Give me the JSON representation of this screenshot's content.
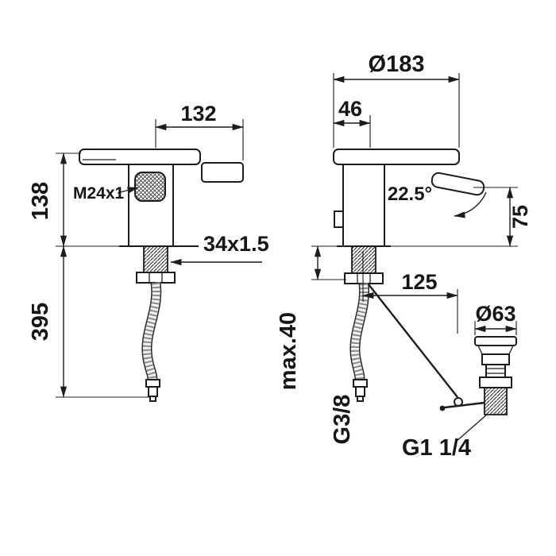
{
  "page": {
    "background": "#ffffff",
    "line_color": "#1c1c1c"
  },
  "side_view": {
    "dim_spout_projection": "132",
    "dim_height_above_deck": "138",
    "dim_hose_length": "395",
    "aerator_thread": "M24x1",
    "shank_thread": "34x1.5"
  },
  "front_view": {
    "dim_plate_diameter": "Ø183",
    "dim_spout_offset": "46",
    "handle_angle": "22.5°",
    "dim_handle_height": "75",
    "dim_drain_offset": "125",
    "dim_max_deck_thickness": "max.40",
    "dim_waste_flange_diameter": "Ø63",
    "supply_hose_thread": "G3/8",
    "waste_thread": "G1 1/4"
  }
}
